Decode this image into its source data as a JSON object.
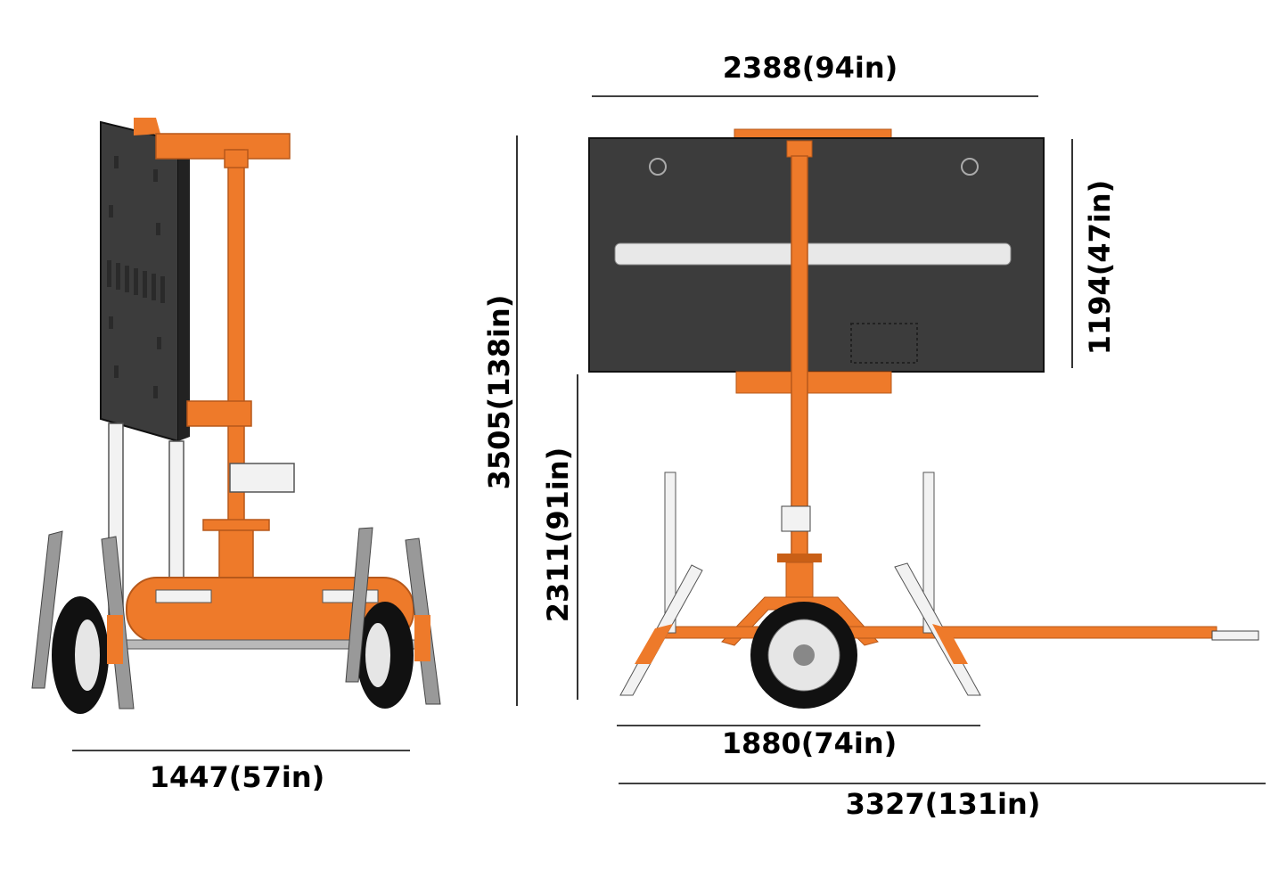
{
  "dimensions": {
    "panel_width": "2388(94in)",
    "overall_height": "3505(138in)",
    "panel_height": "1194(47in)",
    "panel_bottom_height": "2311(91in)",
    "front_width": "1447(57in)",
    "outrigger_span": "1880(74in)",
    "overall_length": "3327(131in)"
  },
  "colors": {
    "frame_orange": "#ee7a2a",
    "frame_dark_orange": "#c95f16",
    "panel_dark": "#3c3c3c",
    "steel_gray": "#b9b9b9",
    "tire_black": "#111111"
  }
}
